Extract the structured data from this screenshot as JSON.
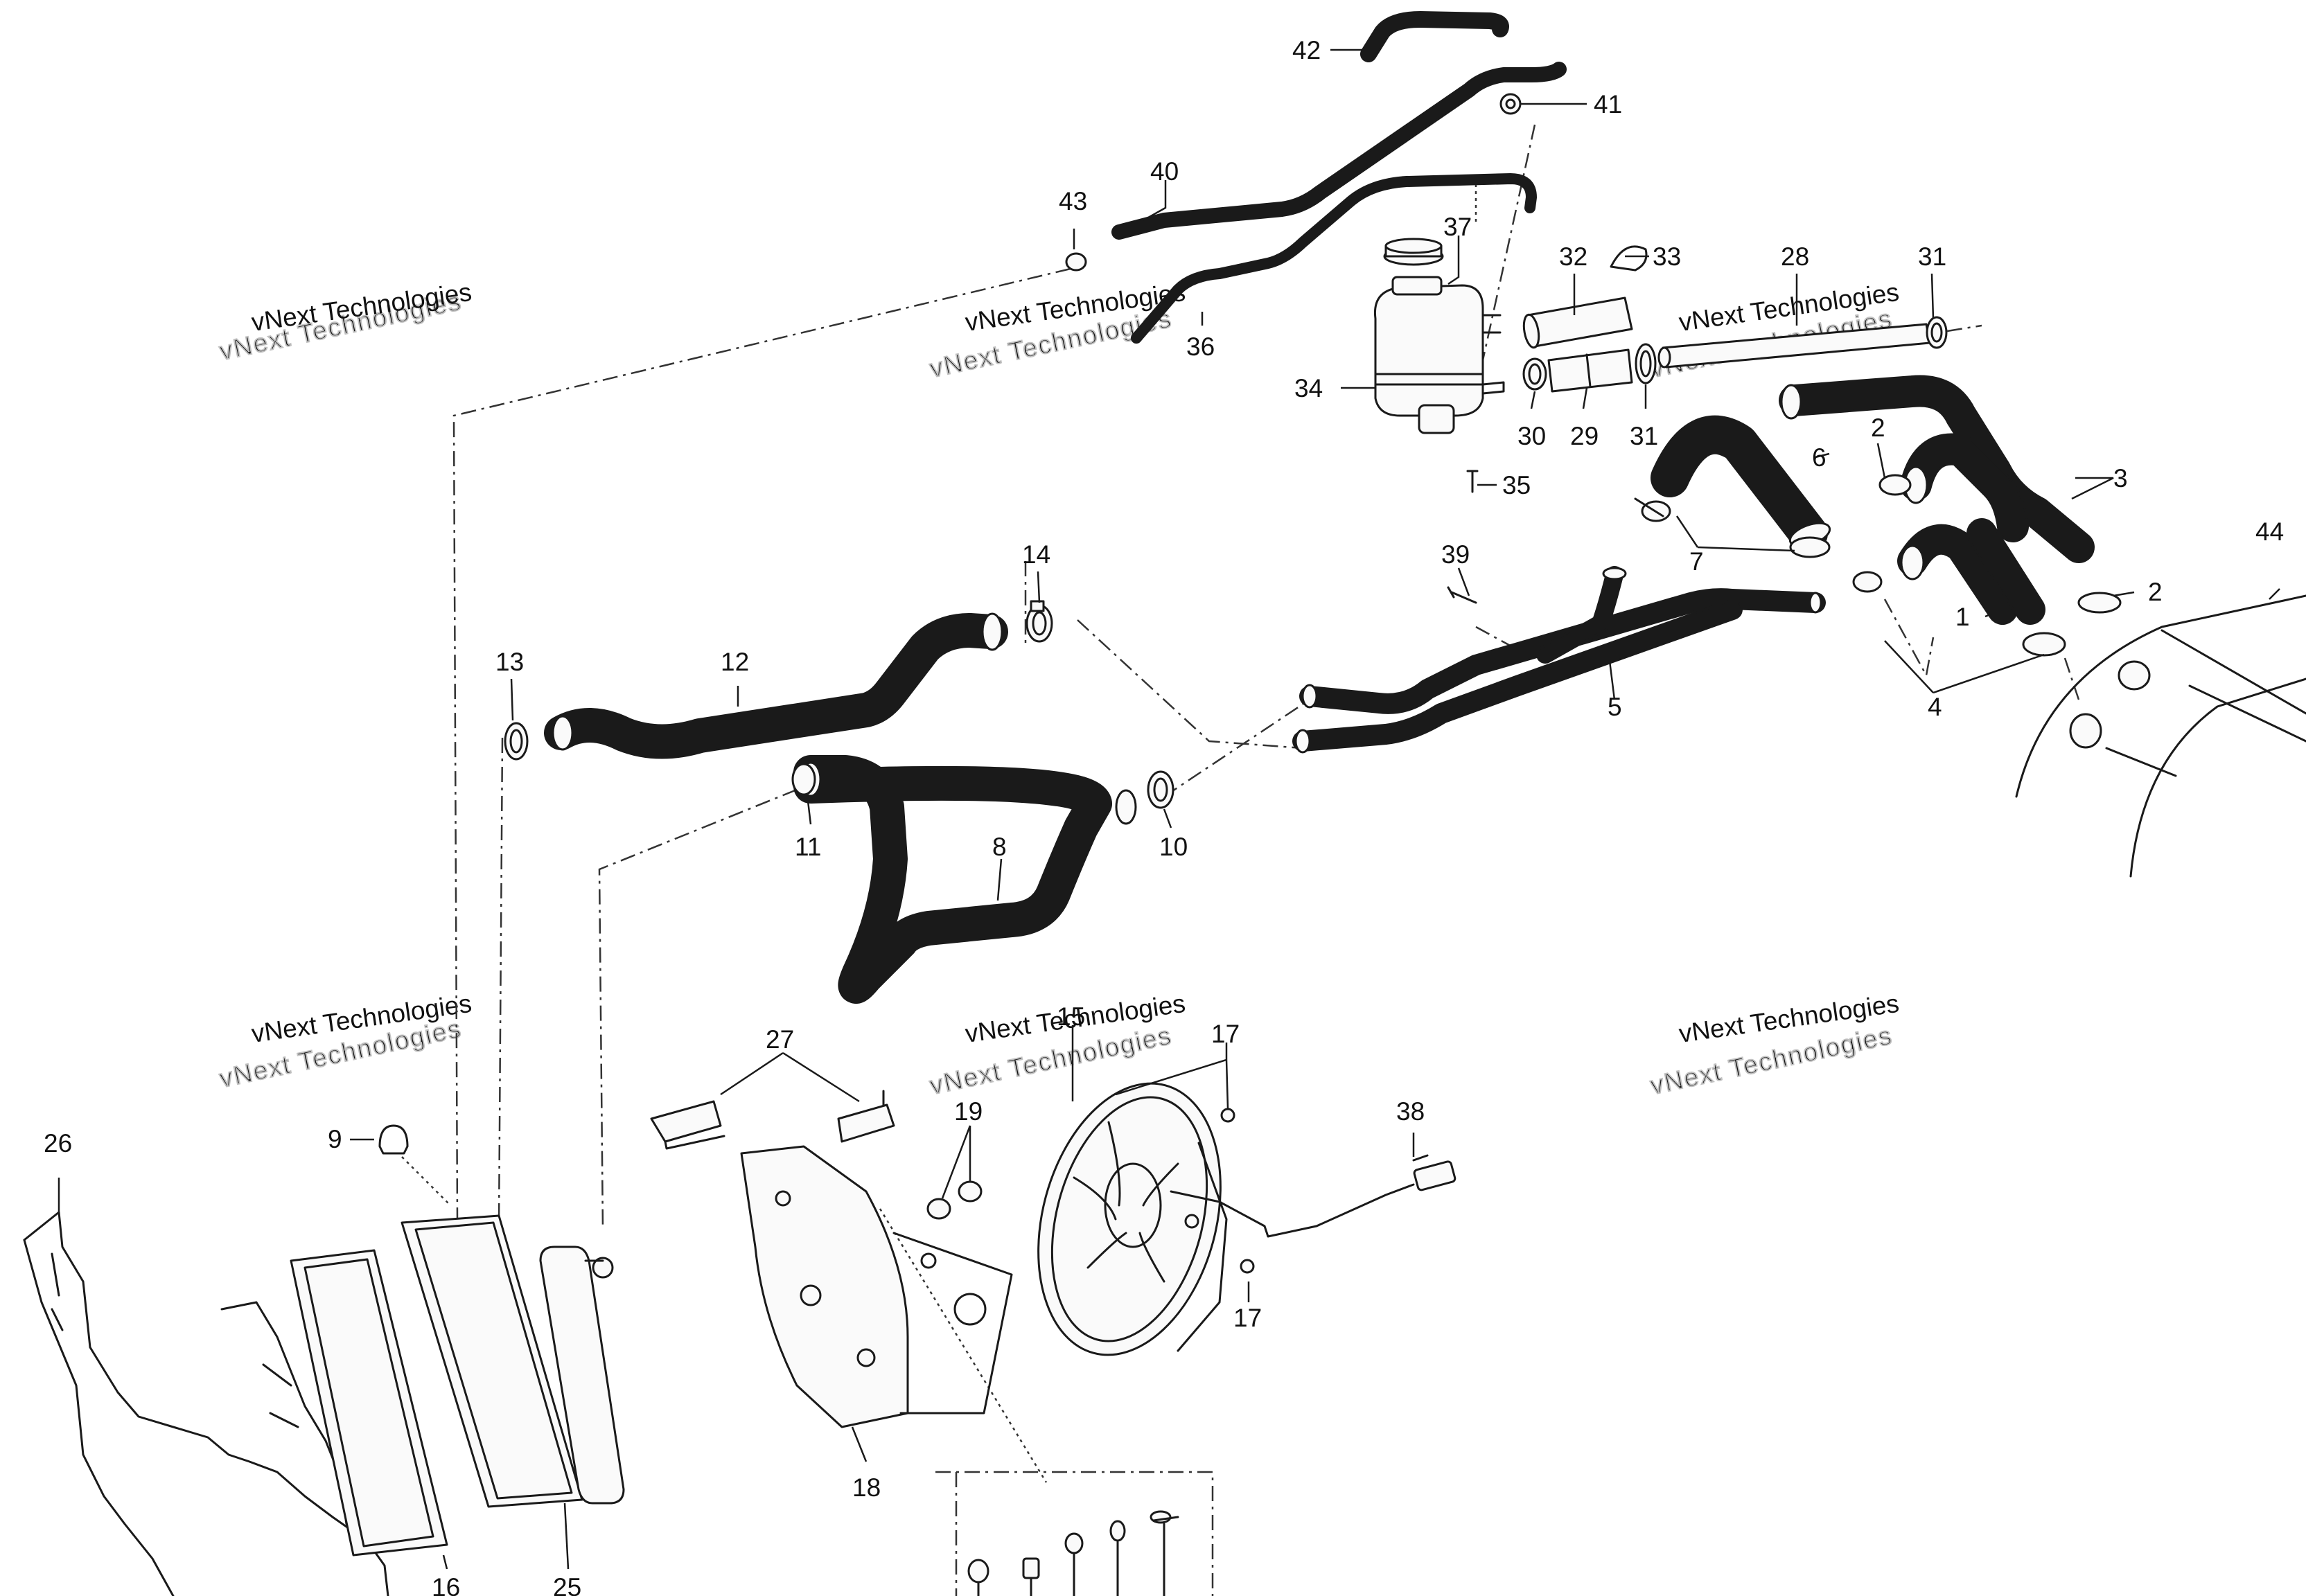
{
  "watermark": {
    "line": "vNext Technologies",
    "big": "vNext Technologies"
  },
  "callouts": {
    "c1": "1",
    "c2a": "2",
    "c2b": "2",
    "c3": "3",
    "c4": "4",
    "c5": "5",
    "c6": "6",
    "c7": "7",
    "c8": "8",
    "c9": "9",
    "c10": "10",
    "c11": "11",
    "c12": "12",
    "c13": "13",
    "c14": "14",
    "c15": "15",
    "c16": "16",
    "c17a": "17",
    "c17b": "17",
    "c18": "18",
    "c19": "19",
    "c25": "25",
    "c26": "26",
    "c27": "27",
    "c28": "28",
    "c29": "29",
    "c30": "30",
    "c31a": "31",
    "c31b": "31",
    "c32": "32",
    "c33": "33",
    "c34": "34",
    "c35": "35",
    "c36": "36",
    "c37": "37",
    "c38": "38",
    "c39": "39",
    "c40": "40",
    "c41": "41",
    "c42": "42",
    "c43": "43",
    "c44": "44"
  }
}
